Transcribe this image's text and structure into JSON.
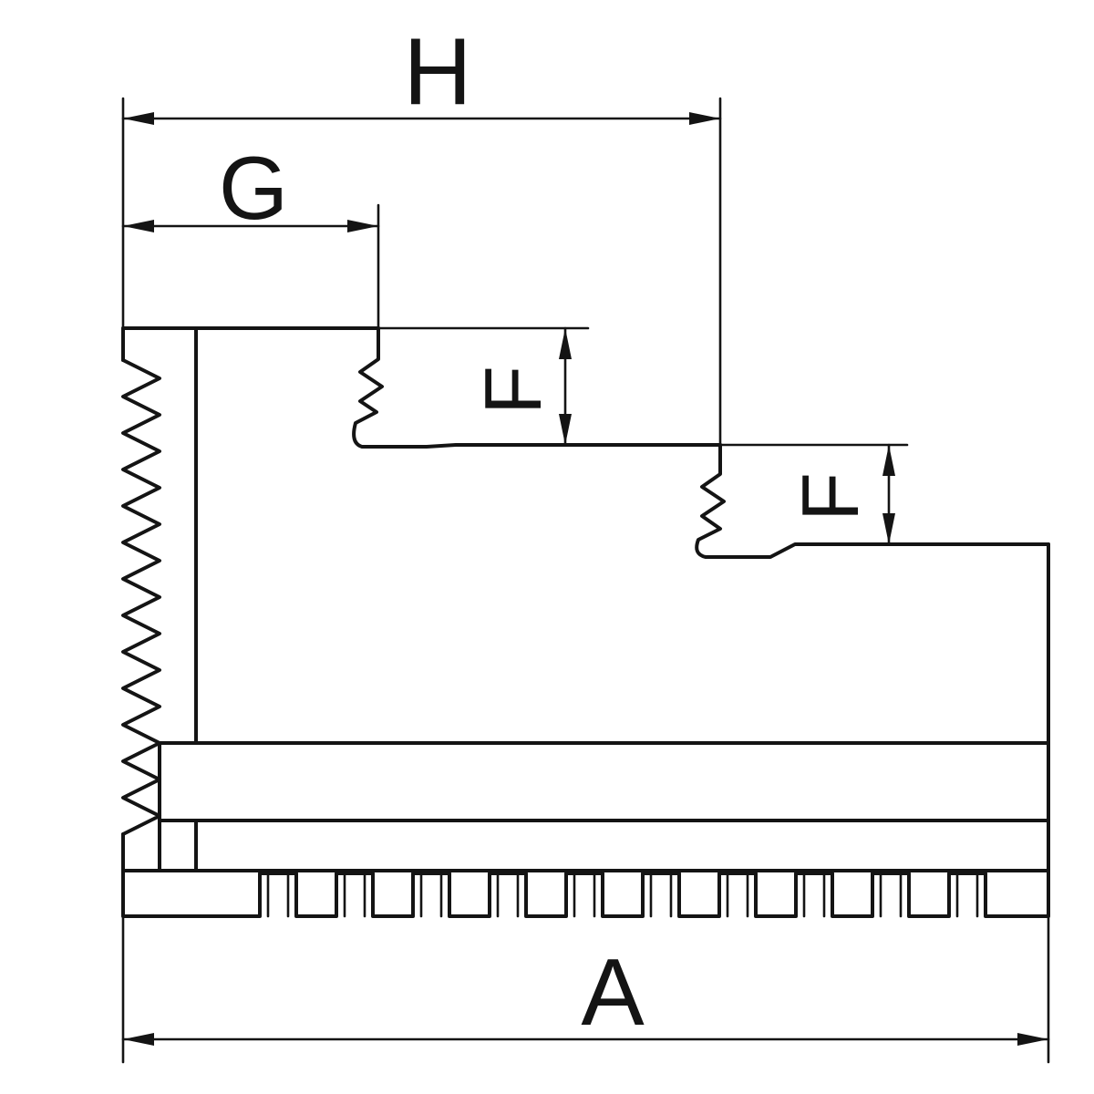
{
  "drawing": {
    "type": "technical-dimension-drawing",
    "labels": {
      "h": "H",
      "g": "G",
      "f_upper": "F",
      "f_lower": "F",
      "a": "A"
    },
    "colors": {
      "line": "#141414",
      "background": "#ffffff"
    }
  }
}
